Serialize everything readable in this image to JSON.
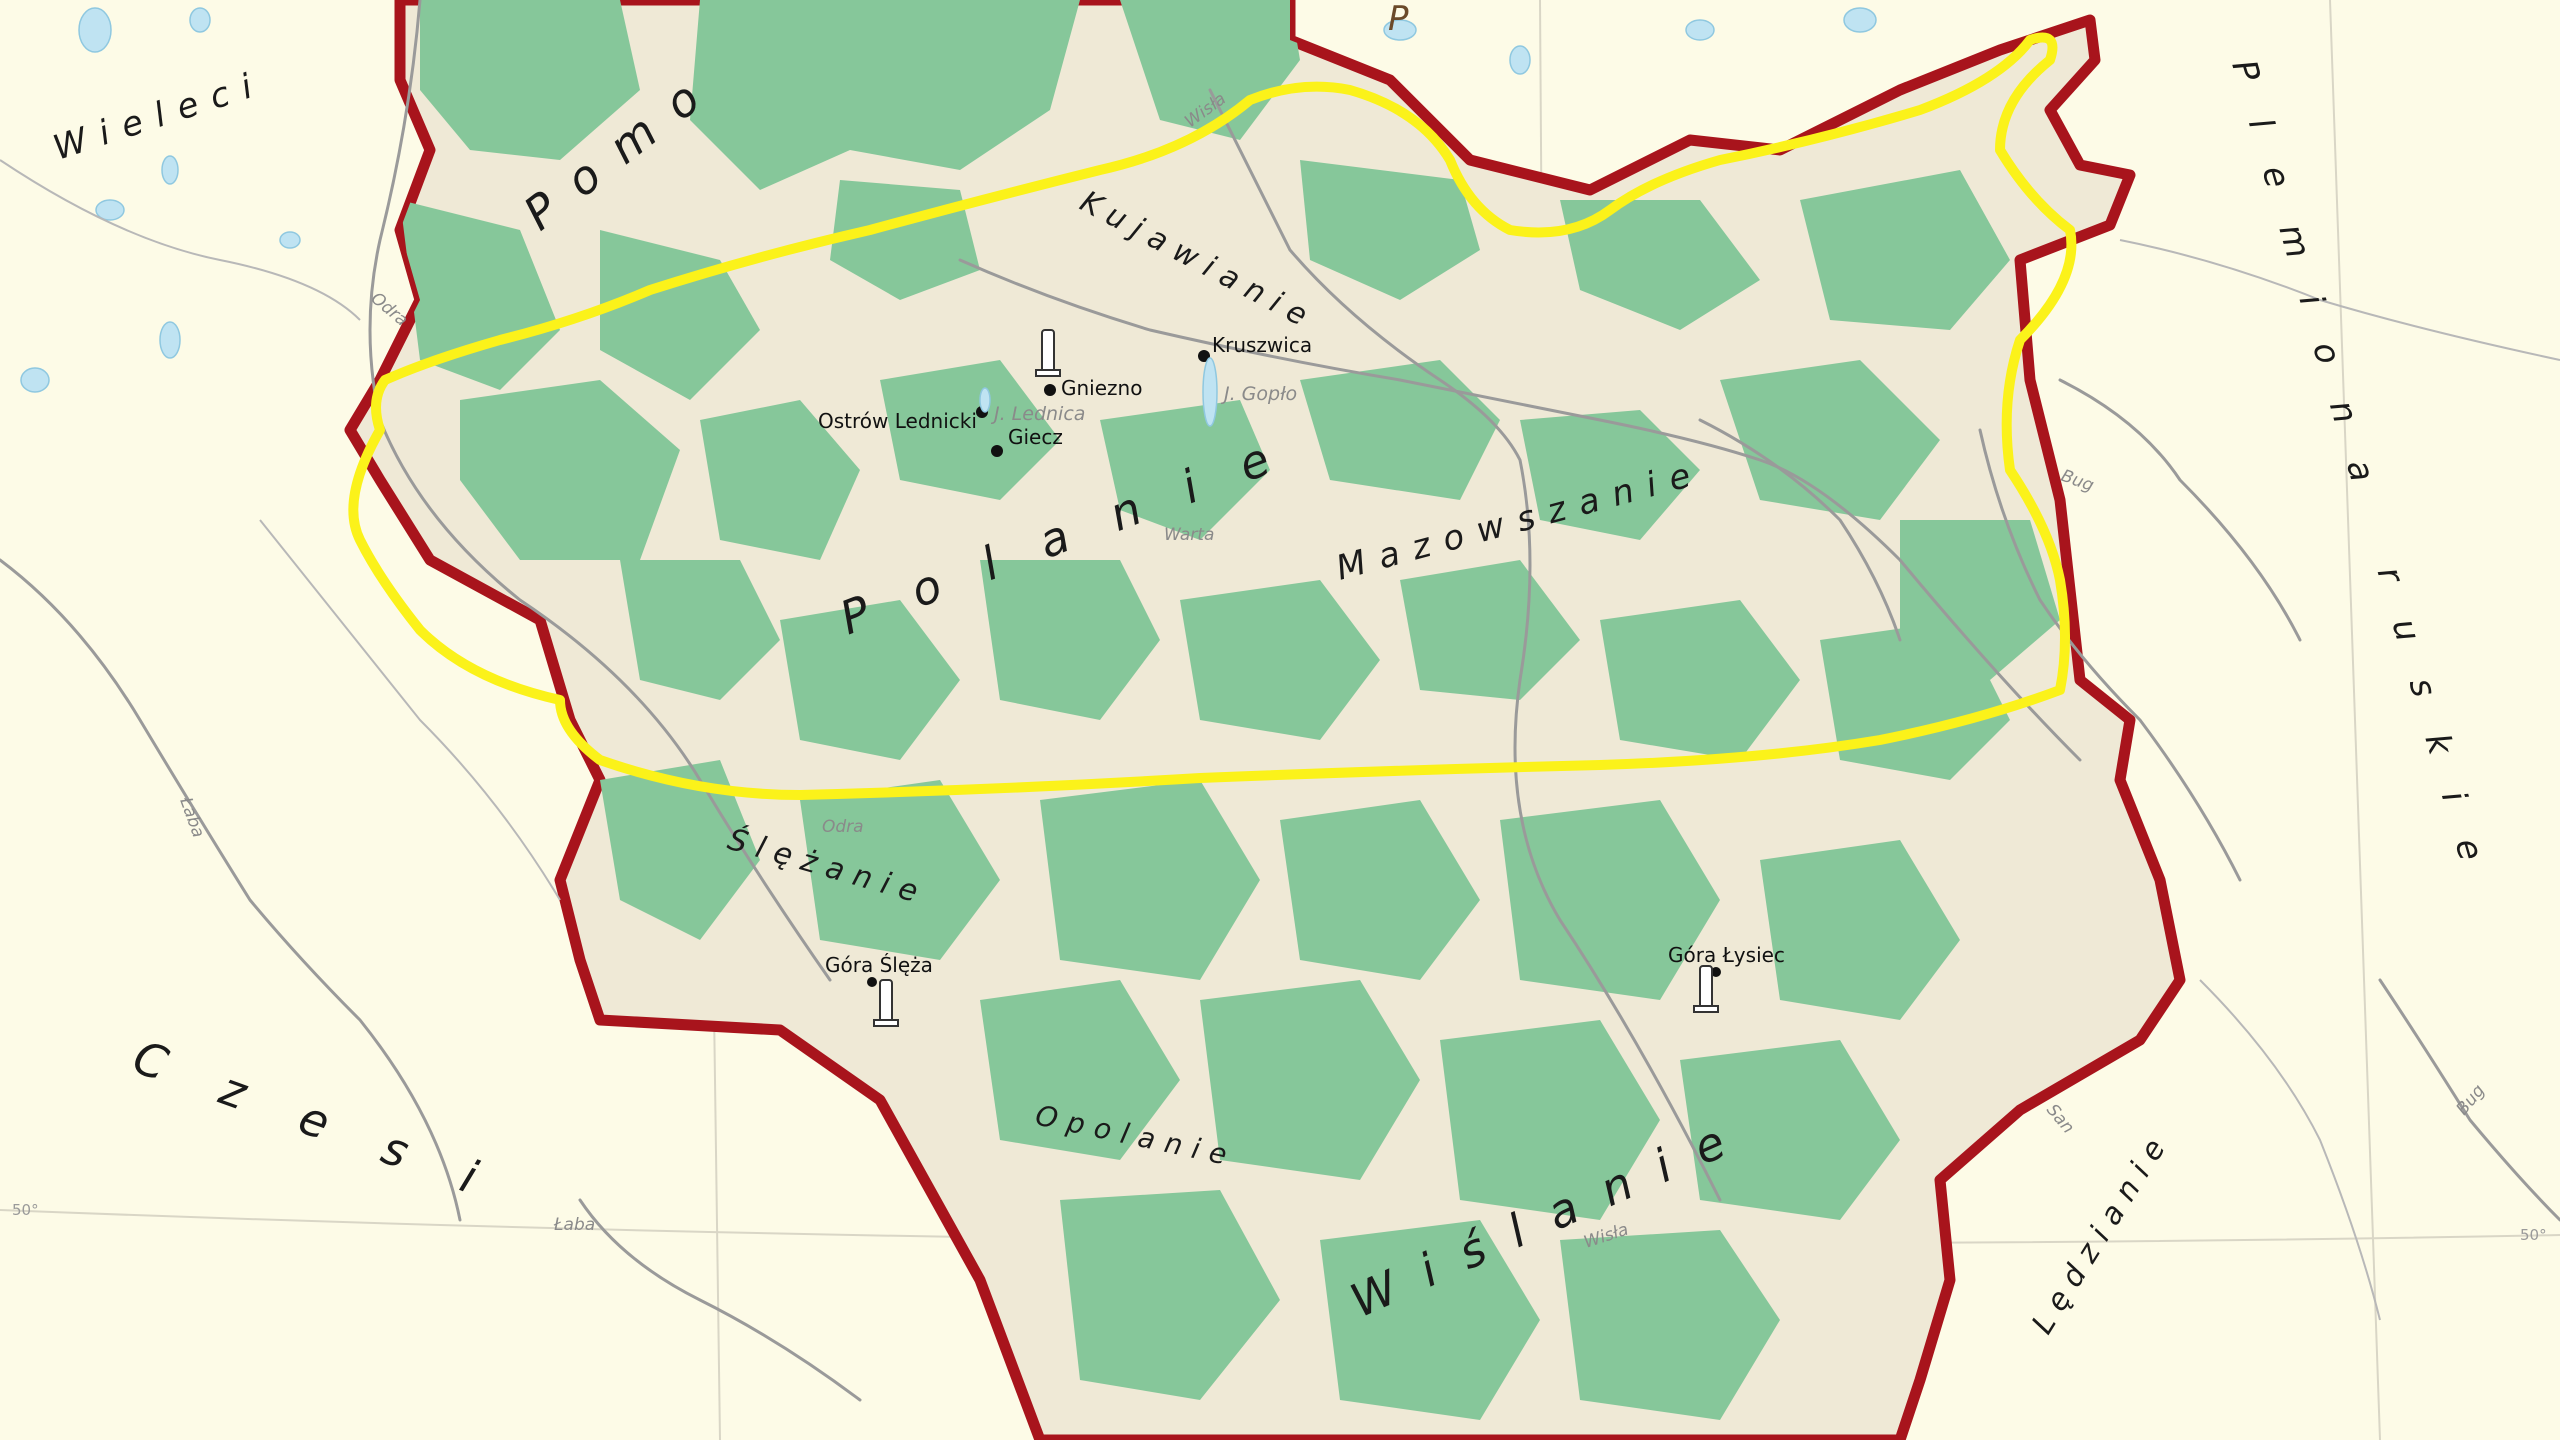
{
  "tribes": {
    "wieleci": "Wieleci",
    "pomorzanie": "Pomo",
    "prusowie": "P",
    "polanie": "Polanie",
    "kujawianie": "Kujawianie",
    "mazowszanie": "Mazowszanie",
    "slezanie": "Ślężanie",
    "opolanie": "Opolanie",
    "wislanie": "Wiślanie",
    "czesi": "Czesi",
    "plemiona_ruskie": "Plemiona ruskie",
    "ledzianie": "Lędzianie"
  },
  "places": {
    "gniezno": "Gniezno",
    "kruszwica": "Kruszwica",
    "ostrow_lednicki": "Ostrów Lednicki",
    "giecz": "Giecz",
    "gora_sleza": "Góra Ślęża",
    "gora_lysiec": "Góra Łysiec"
  },
  "lakes": {
    "lednica": "J. Lednica",
    "goplo": "J. Gopło"
  },
  "rivers": {
    "odra_north": "Odra",
    "odra_south": "Odra",
    "warta": "Warta",
    "wisla_north": "Wisła",
    "wisla_south": "Wisła",
    "laba_west": "Łaba",
    "laba_south": "Łaba",
    "bug_east": "Bug",
    "bug_south": "Bug",
    "san": "San"
  },
  "grid": {
    "lat_west": "50°",
    "lat_east": "50°"
  },
  "colors": {
    "background": "#fdfbe7",
    "territory": "#efe9d6",
    "forest": "#86c79a",
    "border": "#a8141c",
    "highlight": "#fbf21a",
    "river": "#9a9a9a",
    "water": "#bfe3f2"
  }
}
